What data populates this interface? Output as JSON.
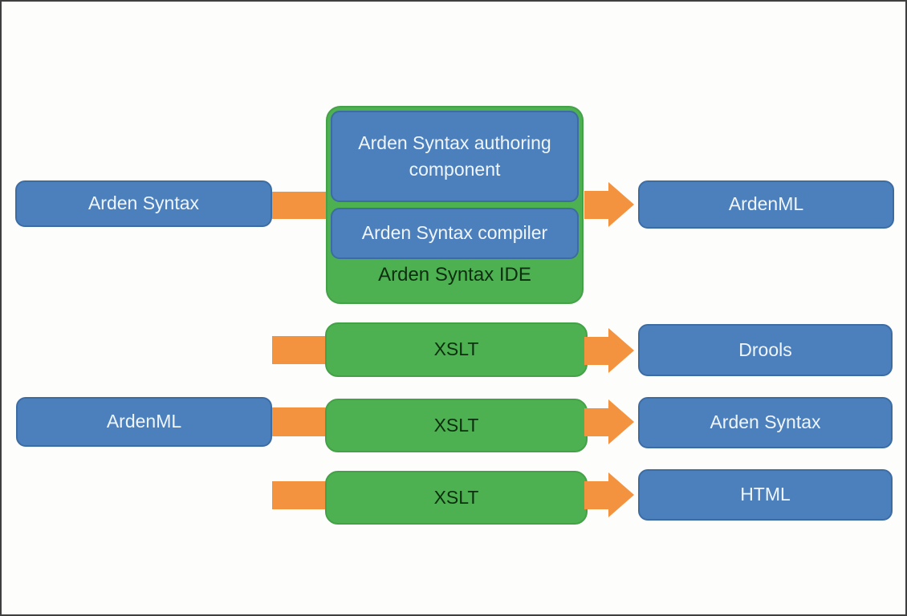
{
  "colors": {
    "blue": "#4b80bd",
    "blue_border": "#3d6ca3",
    "green": "#4db152",
    "green_border": "#43a247",
    "orange": "#f4933f",
    "text_light": "#eff5fb",
    "text_dark": "#0e2e10",
    "frame": "#3f3f3f"
  },
  "diagram": {
    "row1": {
      "source": "Arden Syntax",
      "ide_group": {
        "authoring": "Arden Syntax authoring component",
        "compiler": "Arden Syntax compiler",
        "label": "Arden Syntax IDE"
      },
      "target": "ArdenML"
    },
    "row2": {
      "transform": "XSLT",
      "target": "Drools"
    },
    "row3": {
      "source": "ArdenML",
      "transform": "XSLT",
      "target": "Arden Syntax"
    },
    "row4": {
      "transform": "XSLT",
      "target": "HTML"
    }
  }
}
